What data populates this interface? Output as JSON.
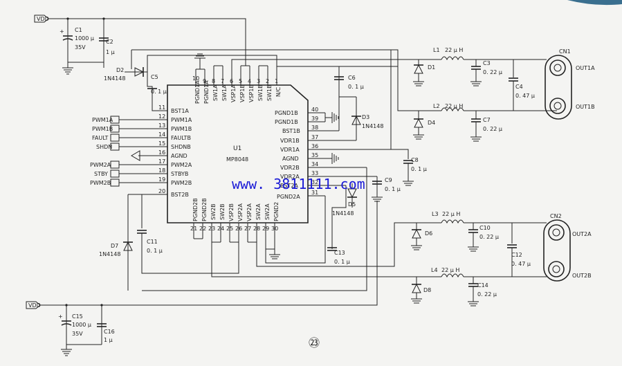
{
  "ic": {
    "ref": "U1",
    "part": "MP8048"
  },
  "power": {
    "vdd_top": "VDD",
    "vdd_bottom": "VDD"
  },
  "pins_left": [
    {
      "num": "11",
      "name": "BST1A"
    },
    {
      "num": "12",
      "name": "PWM1A"
    },
    {
      "num": "13",
      "name": "PWM1B"
    },
    {
      "num": "14",
      "name": "FAULTB"
    },
    {
      "num": "15",
      "name": "SHDNB"
    },
    {
      "num": "16",
      "name": "AGND"
    },
    {
      "num": "17",
      "name": "PWM2A"
    },
    {
      "num": "18",
      "name": "STBYB"
    },
    {
      "num": "19",
      "name": "PWM2B"
    },
    {
      "num": "20",
      "name": "BST2B"
    }
  ],
  "pins_top": [
    {
      "num": "10",
      "name": "PGND1A"
    },
    {
      "num": "9",
      "name": "PGND1A"
    },
    {
      "num": "8",
      "name": "SW1A"
    },
    {
      "num": "7",
      "name": "SW1A"
    },
    {
      "num": "6",
      "name": "VSP1A"
    },
    {
      "num": "5",
      "name": "VSP1B"
    },
    {
      "num": "4",
      "name": "VSP1B"
    },
    {
      "num": "3",
      "name": "SW1B"
    },
    {
      "num": "2",
      "name": "SW1B"
    },
    {
      "num": "1",
      "name": "N/C"
    }
  ],
  "pins_right": [
    {
      "num": "40",
      "name": "PGND1B"
    },
    {
      "num": "39",
      "name": "PGND1B"
    },
    {
      "num": "38",
      "name": "BST1B"
    },
    {
      "num": "37",
      "name": "VDR1B"
    },
    {
      "num": "36",
      "name": "VDR1A"
    },
    {
      "num": "35",
      "name": "AGND"
    },
    {
      "num": "34",
      "name": "VDR2B"
    },
    {
      "num": "33",
      "name": "VDR2A"
    },
    {
      "num": "32",
      "name": "BST2A"
    },
    {
      "num": "31",
      "name": "PGND2A"
    }
  ],
  "pins_bottom": [
    {
      "num": "21",
      "name": "PGND2B"
    },
    {
      "num": "22",
      "name": "PGND2B"
    },
    {
      "num": "23",
      "name": "SW2B"
    },
    {
      "num": "24",
      "name": "SW2B"
    },
    {
      "num": "25",
      "name": "VSP2B"
    },
    {
      "num": "26",
      "name": "VSP2A"
    },
    {
      "num": "27",
      "name": "VSP2A"
    },
    {
      "num": "28",
      "name": "SW2A"
    },
    {
      "num": "29",
      "name": "SW2A"
    },
    {
      "num": "30",
      "name": "PGND2"
    }
  ],
  "signals_left": [
    "PWM1A",
    "PWM1B",
    "FAULT",
    "SHDN",
    "PWM2A",
    "STBY",
    "PWM2B"
  ],
  "parts": {
    "C1": {
      "ref": "C1",
      "v1": "1000 μ",
      "v2": "35V"
    },
    "C2": {
      "ref": "C2",
      "v1": "1 μ"
    },
    "C5": {
      "ref": "C5",
      "v1": "0. 1 μ"
    },
    "D2": {
      "ref": "D2",
      "v1": "1N4148"
    },
    "C6": {
      "ref": "C6",
      "v1": "0. 1 μ"
    },
    "D3": {
      "ref": "D3",
      "v1": "1N4148"
    },
    "C8": {
      "ref": "C8",
      "v1": "0. 1 μ"
    },
    "C9": {
      "ref": "C9",
      "v1": "0. 1 μ"
    },
    "D5": {
      "ref": "D5",
      "v1": "1N4148"
    },
    "C13": {
      "ref": "C13",
      "v1": "0. 1 μ"
    },
    "C11": {
      "ref": "C11",
      "v1": "0. 1 μ"
    },
    "D7": {
      "ref": "D7",
      "v1": "1N4148"
    },
    "C15": {
      "ref": "C15",
      "v1": "1000 μ",
      "v2": "35V"
    },
    "C16": {
      "ref": "C16",
      "v1": "1 μ"
    },
    "L1": {
      "ref": "L1",
      "v1": "22 μ H"
    },
    "L2": {
      "ref": "L2",
      "v1": "22 μ H"
    },
    "L3": {
      "ref": "L3",
      "v1": "22 μ H"
    },
    "L4": {
      "ref": "L4",
      "v1": "22 μ H"
    },
    "D1": {
      "ref": "D1"
    },
    "D4": {
      "ref": "D4"
    },
    "D6": {
      "ref": "D6"
    },
    "D8": {
      "ref": "D8"
    },
    "C3": {
      "ref": "C3",
      "v1": "0. 22 μ"
    },
    "C7": {
      "ref": "C7",
      "v1": "0. 22 μ"
    },
    "C4": {
      "ref": "C4",
      "v1": "0. 47 μ"
    },
    "C10": {
      "ref": "C10",
      "v1": "0. 22 μ"
    },
    "C14": {
      "ref": "C14",
      "v1": "0. 22 μ"
    },
    "C12": {
      "ref": "C12",
      "v1": "0. 47 μ"
    }
  },
  "connectors": {
    "CN1": {
      "ref": "CN1",
      "out_a": "OUT1A",
      "out_b": "OUT1B"
    },
    "CN2": {
      "ref": "CN2",
      "out_a": "OUT2A",
      "out_b": "OUT2B"
    }
  },
  "watermark": "www. 3811111.com",
  "page_number": "㉓"
}
